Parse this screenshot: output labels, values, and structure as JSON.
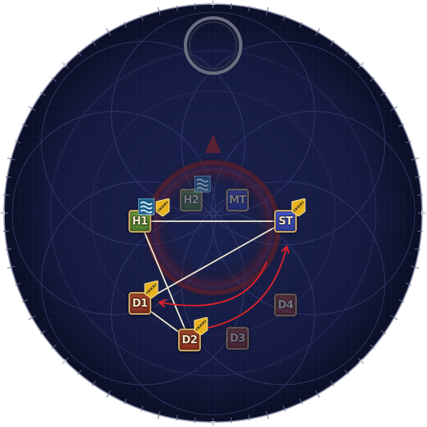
{
  "arena": {
    "colors": {
      "floor": "#141a3e",
      "floor_edge": "#0b0f26",
      "rim": "#8a8ea8",
      "tank": "#2f3d9e",
      "healer": "#4e7d2e",
      "dps": "#8a2f22",
      "tether_line": "#f1ead2",
      "arrow": "#e0222a"
    }
  },
  "markers": [
    {
      "id": "H1",
      "label": "H1",
      "role": "healer",
      "state": "active"
    },
    {
      "id": "H2",
      "label": "H2",
      "role": "healer",
      "state": "inactive"
    },
    {
      "id": "MT",
      "label": "MT",
      "role": "tank",
      "state": "inactive"
    },
    {
      "id": "ST",
      "label": "ST",
      "role": "tank",
      "state": "active"
    },
    {
      "id": "D1",
      "label": "D1",
      "role": "dps",
      "state": "active"
    },
    {
      "id": "D2",
      "label": "D2",
      "role": "dps",
      "state": "active"
    },
    {
      "id": "D3",
      "label": "D3",
      "role": "dps",
      "state": "inactive"
    },
    {
      "id": "D4",
      "label": "D4",
      "role": "dps",
      "state": "inactive"
    }
  ],
  "debuff_icons": [
    {
      "name": "water-debuff-icon",
      "target": "H1"
    },
    {
      "name": "chain-debuff-icon",
      "target": "H1"
    },
    {
      "name": "water-debuff-icon",
      "target": "H2"
    },
    {
      "name": "chain-debuff-icon",
      "target": "ST"
    },
    {
      "name": "chain-debuff-icon",
      "target": "D1"
    },
    {
      "name": "chain-debuff-icon",
      "target": "D2"
    }
  ],
  "tethers": [
    {
      "from": "H1",
      "to": "ST"
    },
    {
      "from": "H1",
      "to": "D2"
    },
    {
      "from": "ST",
      "to": "D1"
    },
    {
      "from": "D1",
      "to": "D2"
    }
  ],
  "movement_arrows": [
    {
      "from": "D2",
      "to": "ST",
      "color": "#e0222a"
    },
    {
      "from": "ST",
      "to": "D1",
      "color": "#e0222a"
    }
  ]
}
